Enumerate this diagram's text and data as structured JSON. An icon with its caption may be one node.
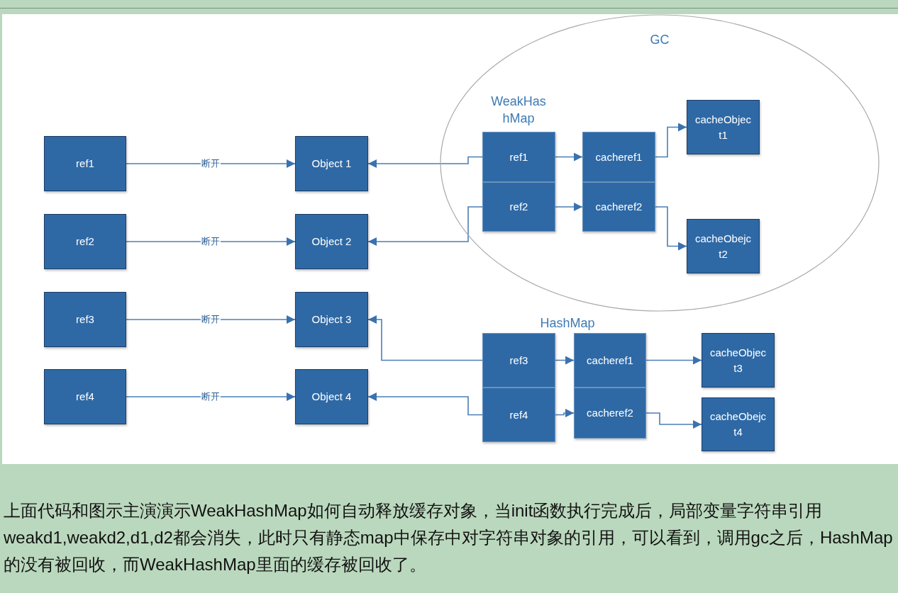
{
  "diagram": {
    "caption": "上面代码和图示主演演示WeakHashMap如何自动释放缓存对象，当init函数执行完成后，局部变量字符串引用weakd1,weakd2,d1,d2都会消失，此时只有静态map中保存中对字符串对象的引用，可以看到，调用gc之后，HashMap的没有被回收，而WeakHashMap里面的缓存被回收了。",
    "nodes": [
      {
        "text": [
          "ref1"
        ]
      },
      {
        "text": [
          "ref2"
        ]
      },
      {
        "text": [
          "ref3"
        ]
      },
      {
        "text": [
          "ref4"
        ]
      },
      {
        "text": [
          "Object 1"
        ]
      },
      {
        "text": [
          "Object 2"
        ]
      },
      {
        "text": [
          "Object 3"
        ]
      },
      {
        "text": [
          "Object 4"
        ]
      },
      {
        "text": [
          "GC"
        ]
      },
      {
        "text": [
          "ref1"
        ],
        "in": 8
      },
      {
        "text": [
          "ref2"
        ],
        "in": 8
      },
      {
        "text": [
          "cacheref1"
        ],
        "in": 8
      },
      {
        "text": [
          "cacheref2"
        ],
        "in": 8
      },
      {
        "text": [
          "cacheObjec t1"
        ],
        "in": 8
      },
      {
        "text": [
          "cacheObejc t2"
        ],
        "in": 8
      },
      {
        "text": [
          "ref3"
        ]
      },
      {
        "text": [
          "ref4"
        ]
      },
      {
        "text": [
          "cacheref1"
        ]
      },
      {
        "text": [
          "cacheref2"
        ]
      },
      {
        "text": [
          "cacheObjec t3"
        ]
      },
      {
        "text": [
          "cacheObejc t4"
        ]
      }
    ],
    "edges": [
      {
        "from": 0,
        "to": 4,
        "arrow": "to",
        "label": "断开"
      },
      {
        "from": 1,
        "to": 5,
        "arrow": "to",
        "label": "断开"
      },
      {
        "from": 2,
        "to": 6,
        "arrow": "to",
        "label": "断开"
      },
      {
        "from": 3,
        "to": 7,
        "arrow": "to",
        "label": "断开"
      },
      {
        "from": 9,
        "to": 4,
        "arrow": "to"
      },
      {
        "from": 10,
        "to": 5,
        "arrow": "to"
      },
      {
        "from": 15,
        "to": 6,
        "arrow": "to"
      },
      {
        "from": 16,
        "to": 7,
        "arrow": "to"
      },
      {
        "from": 9,
        "to": 11,
        "arrow": "to"
      },
      {
        "from": 10,
        "to": 12,
        "arrow": "to"
      },
      {
        "from": 11,
        "to": 13,
        "arrow": "to"
      },
      {
        "from": 12,
        "to": 14,
        "arrow": "to"
      },
      {
        "from": 15,
        "to": 17,
        "arrow": "to"
      },
      {
        "from": 16,
        "to": 18,
        "arrow": "to"
      },
      {
        "from": 17,
        "to": 19,
        "arrow": "to"
      },
      {
        "from": 18,
        "to": 20,
        "arrow": "to"
      }
    ],
    "labels": [
      "WeakHas hMap",
      "HashMap"
    ]
  }
}
